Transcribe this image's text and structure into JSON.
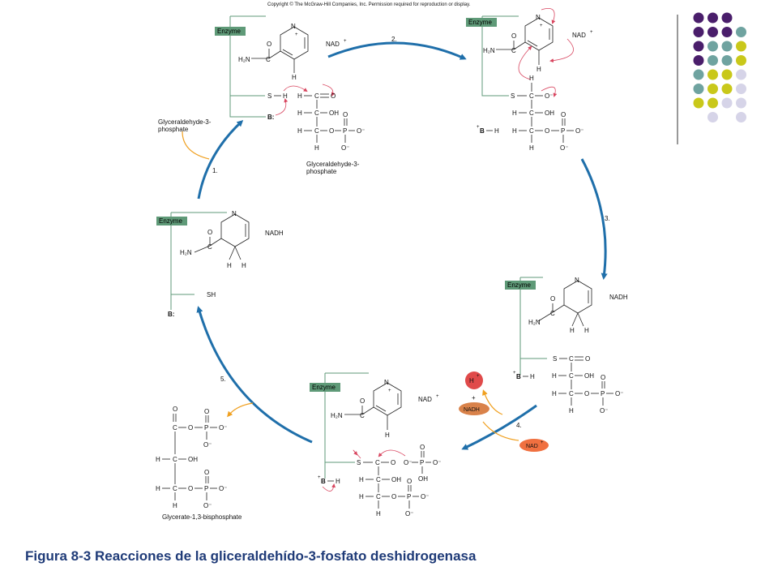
{
  "copyright": "Copyright © The McGraw-Hill Companies, Inc. Permission required for reproduction or display.",
  "caption": "Figura 8-3 Reacciones de la gliceraldehído-3-fosfato deshidrogenasa",
  "enzyme_label": "Enzyme",
  "cofactors": {
    "nad": "NAD",
    "nadh": "NADH",
    "h": "H"
  },
  "steps": [
    "1.",
    "2.",
    "3.",
    "4.",
    "5."
  ],
  "molecule_labels": {
    "g3p_line1": "Glyceraldehyde-3-",
    "g3p_line2": "phosphate",
    "bpg": "Glycerate-1,3-bisphosphate"
  },
  "atoms": {
    "n": "N",
    "s": "S",
    "sh": "SH",
    "b": "B:",
    "bplus": "B",
    "o": "O",
    "oh": "OH",
    "p": "P",
    "c": "C",
    "h2n": "H₂N",
    "ominus": "O⁻",
    "c_eq_o": "C═O"
  },
  "colors": {
    "caption": "#1f3b78",
    "arrow": "#1f6faa",
    "enzyme_box": "#5f9a78",
    "electron_arrow": "#d8455f",
    "side_arrow": "#f0a020",
    "h_ball": "#e04a4a",
    "nadh_ball": "#d9824a",
    "nad_ball": "#f07040"
  },
  "decor_dots": {
    "colors": {
      "purple": "#4a1e6b",
      "teal": "#6fa3a0",
      "yellow": "#c9c81a",
      "lavender": "#d6d4e8"
    },
    "rows": [
      [
        "purple",
        "purple",
        "purple",
        null
      ],
      [
        "purple",
        "purple",
        "purple",
        "teal"
      ],
      [
        "purple",
        "teal",
        "teal",
        "yellow"
      ],
      [
        "purple",
        "teal",
        "teal",
        "yellow"
      ],
      [
        "teal",
        "yellow",
        "yellow",
        "lavender"
      ],
      [
        "teal",
        "yellow",
        "yellow",
        "lavender"
      ],
      [
        "yellow",
        "yellow",
        "lavender",
        "lavender"
      ],
      [
        null,
        "lavender",
        null,
        "lavender"
      ]
    ]
  }
}
